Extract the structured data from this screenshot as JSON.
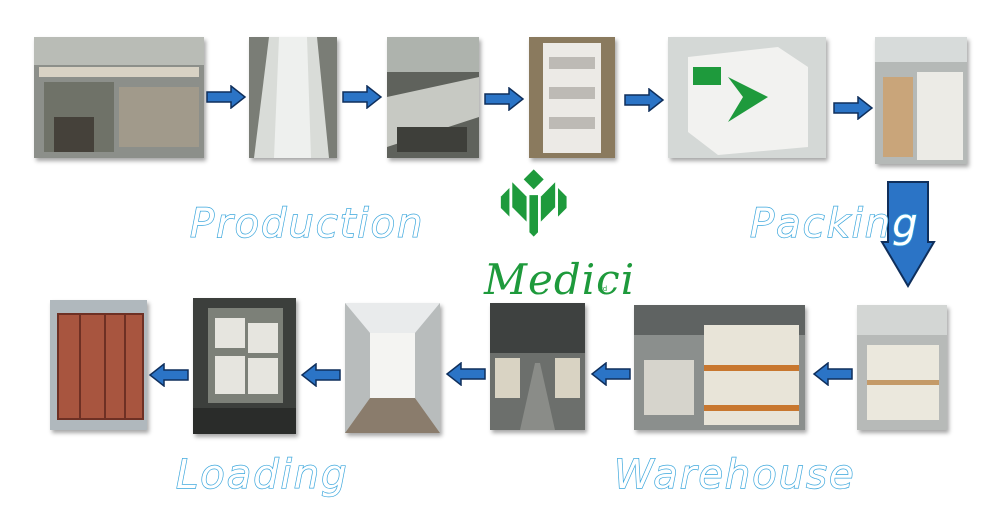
{
  "labels": {
    "production": "Production",
    "packing": "Packing",
    "loading": "Loading",
    "warehouse": "Warehouse"
  },
  "brand": {
    "name": "Medici",
    "suffix": "ltd",
    "color": "#1e9a3c"
  },
  "colors": {
    "label_outline": "#3aa6dc",
    "arrow_fill": "#2b74c6",
    "arrow_outline": "#0f2f5c"
  }
}
